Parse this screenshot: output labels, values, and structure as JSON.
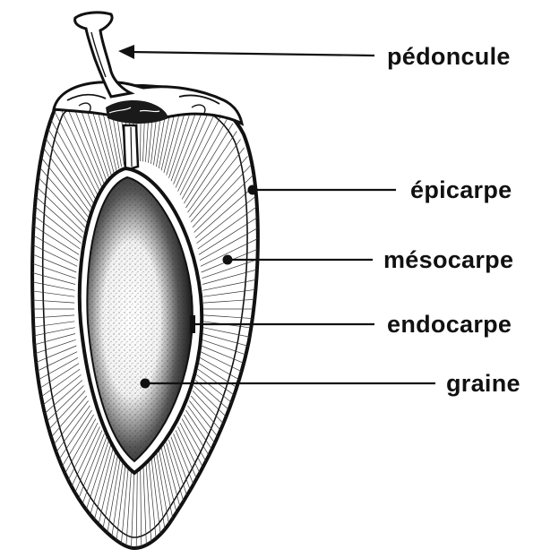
{
  "diagram": {
    "subject": "fruit",
    "labels": {
      "pedoncule": "pédoncule",
      "epicarpe": "épicarpe",
      "mesocarpe": "mésocarpe",
      "endocarpe": "endocarpe",
      "graine": "graine"
    },
    "ink_color": "#111111",
    "background_color": "#ffffff"
  }
}
